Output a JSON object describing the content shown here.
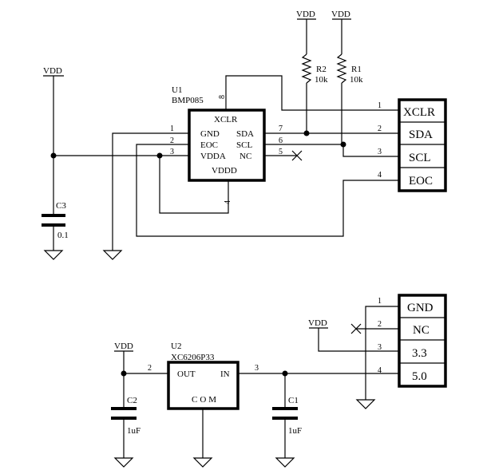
{
  "power": {
    "vdd": "VDD"
  },
  "u1": {
    "ref": "U1",
    "part": "BMP085",
    "pins_left": [
      {
        "name": "GND",
        "num": "1"
      },
      {
        "name": "EOC",
        "num": "2"
      },
      {
        "name": "VDDA",
        "num": "3"
      }
    ],
    "pins_right": [
      {
        "name": "SDA",
        "num": "7"
      },
      {
        "name": "SCL",
        "num": "6"
      },
      {
        "name": "NC",
        "num": "5"
      }
    ],
    "top_pin": {
      "name": "XCLR",
      "num": "8"
    },
    "bottom_pin": {
      "name": "VDDD",
      "num": "4"
    }
  },
  "r1": {
    "ref": "R1",
    "value": "10k"
  },
  "r2": {
    "ref": "R2",
    "value": "10k"
  },
  "c1": {
    "ref": "C1",
    "value": "1uF"
  },
  "c2": {
    "ref": "C2",
    "value": "1uF"
  },
  "c3": {
    "ref": "C3",
    "value": "0.1"
  },
  "j_top": {
    "pins": [
      {
        "num": "1",
        "label": "XCLR"
      },
      {
        "num": "2",
        "label": "SDA"
      },
      {
        "num": "3",
        "label": "SCL"
      },
      {
        "num": "4",
        "label": "EOC"
      }
    ]
  },
  "j_bottom": {
    "pins": [
      {
        "num": "1",
        "label": "GND"
      },
      {
        "num": "2",
        "label": "NC"
      },
      {
        "num": "3",
        "label": "3.3"
      },
      {
        "num": "4",
        "label": "5.0"
      }
    ]
  },
  "u2": {
    "ref": "U2",
    "part": "XC6206P33",
    "out": {
      "name": "OUT",
      "num": "2"
    },
    "in": {
      "name": "IN",
      "num": "3"
    },
    "com": "COM"
  }
}
